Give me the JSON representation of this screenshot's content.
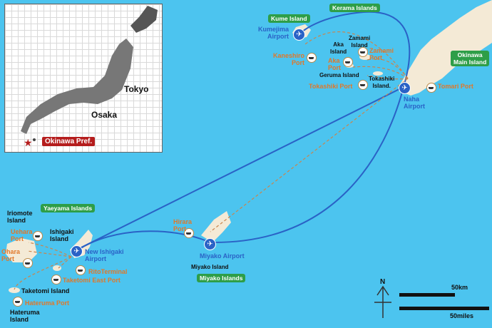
{
  "colors": {
    "sea": "#4cc4ef",
    "land": "#f4ead6",
    "air_route": "#2a62c6",
    "ferry_route": "#c9854d",
    "accent_red": "#b51d1d"
  },
  "inset": {
    "tokyo": "Tokyo",
    "osaka": "Osaka",
    "okinawa": "Okinawa Pref."
  },
  "groups": {
    "kume": "Kume Island",
    "kerama": "Kerama Islands",
    "okinawa_main": "Okinawa\nMain Island",
    "yaeyama": "Yaeyama Islands",
    "miyako": "Miyako Islands"
  },
  "airports": {
    "kumejima": "Kumejima\nAirport",
    "naha": "Naha\nAirport",
    "ishigaki": "New Ishigaki\nAirport",
    "miyako": "Miyako Airport"
  },
  "ports": {
    "kaneshiro": "Kaneshiro\nPort",
    "aka": "Aka\nPort",
    "zamami": "Zamami\nPort",
    "tokashiki": "Tokashiki Port",
    "tomari": "Tomari Port",
    "hirara": "Hirara\nPort",
    "uehara": "Uehara\nPort",
    "ohara": "Ohara\nPort",
    "rito": "RitoTerminal",
    "taketomi_east": "Taketomi East Port",
    "hateruma": "Hateruma Port"
  },
  "islands": {
    "aka": "Aka\nIsland",
    "zamami": "Zamami\nIsland",
    "geruma": "Geruma Island",
    "tokashiki": "Tokashiki\nIsland.",
    "iriomote": "Iriomote\nIsland",
    "ishigaki": "Ishigaki\nIsland",
    "miyako": "Miyako Island",
    "taketomi": "Taketomi Island",
    "hateruma": "Hateruma\nIsland"
  },
  "scale": {
    "north": "N",
    "km": "50km",
    "miles": "50miles"
  }
}
